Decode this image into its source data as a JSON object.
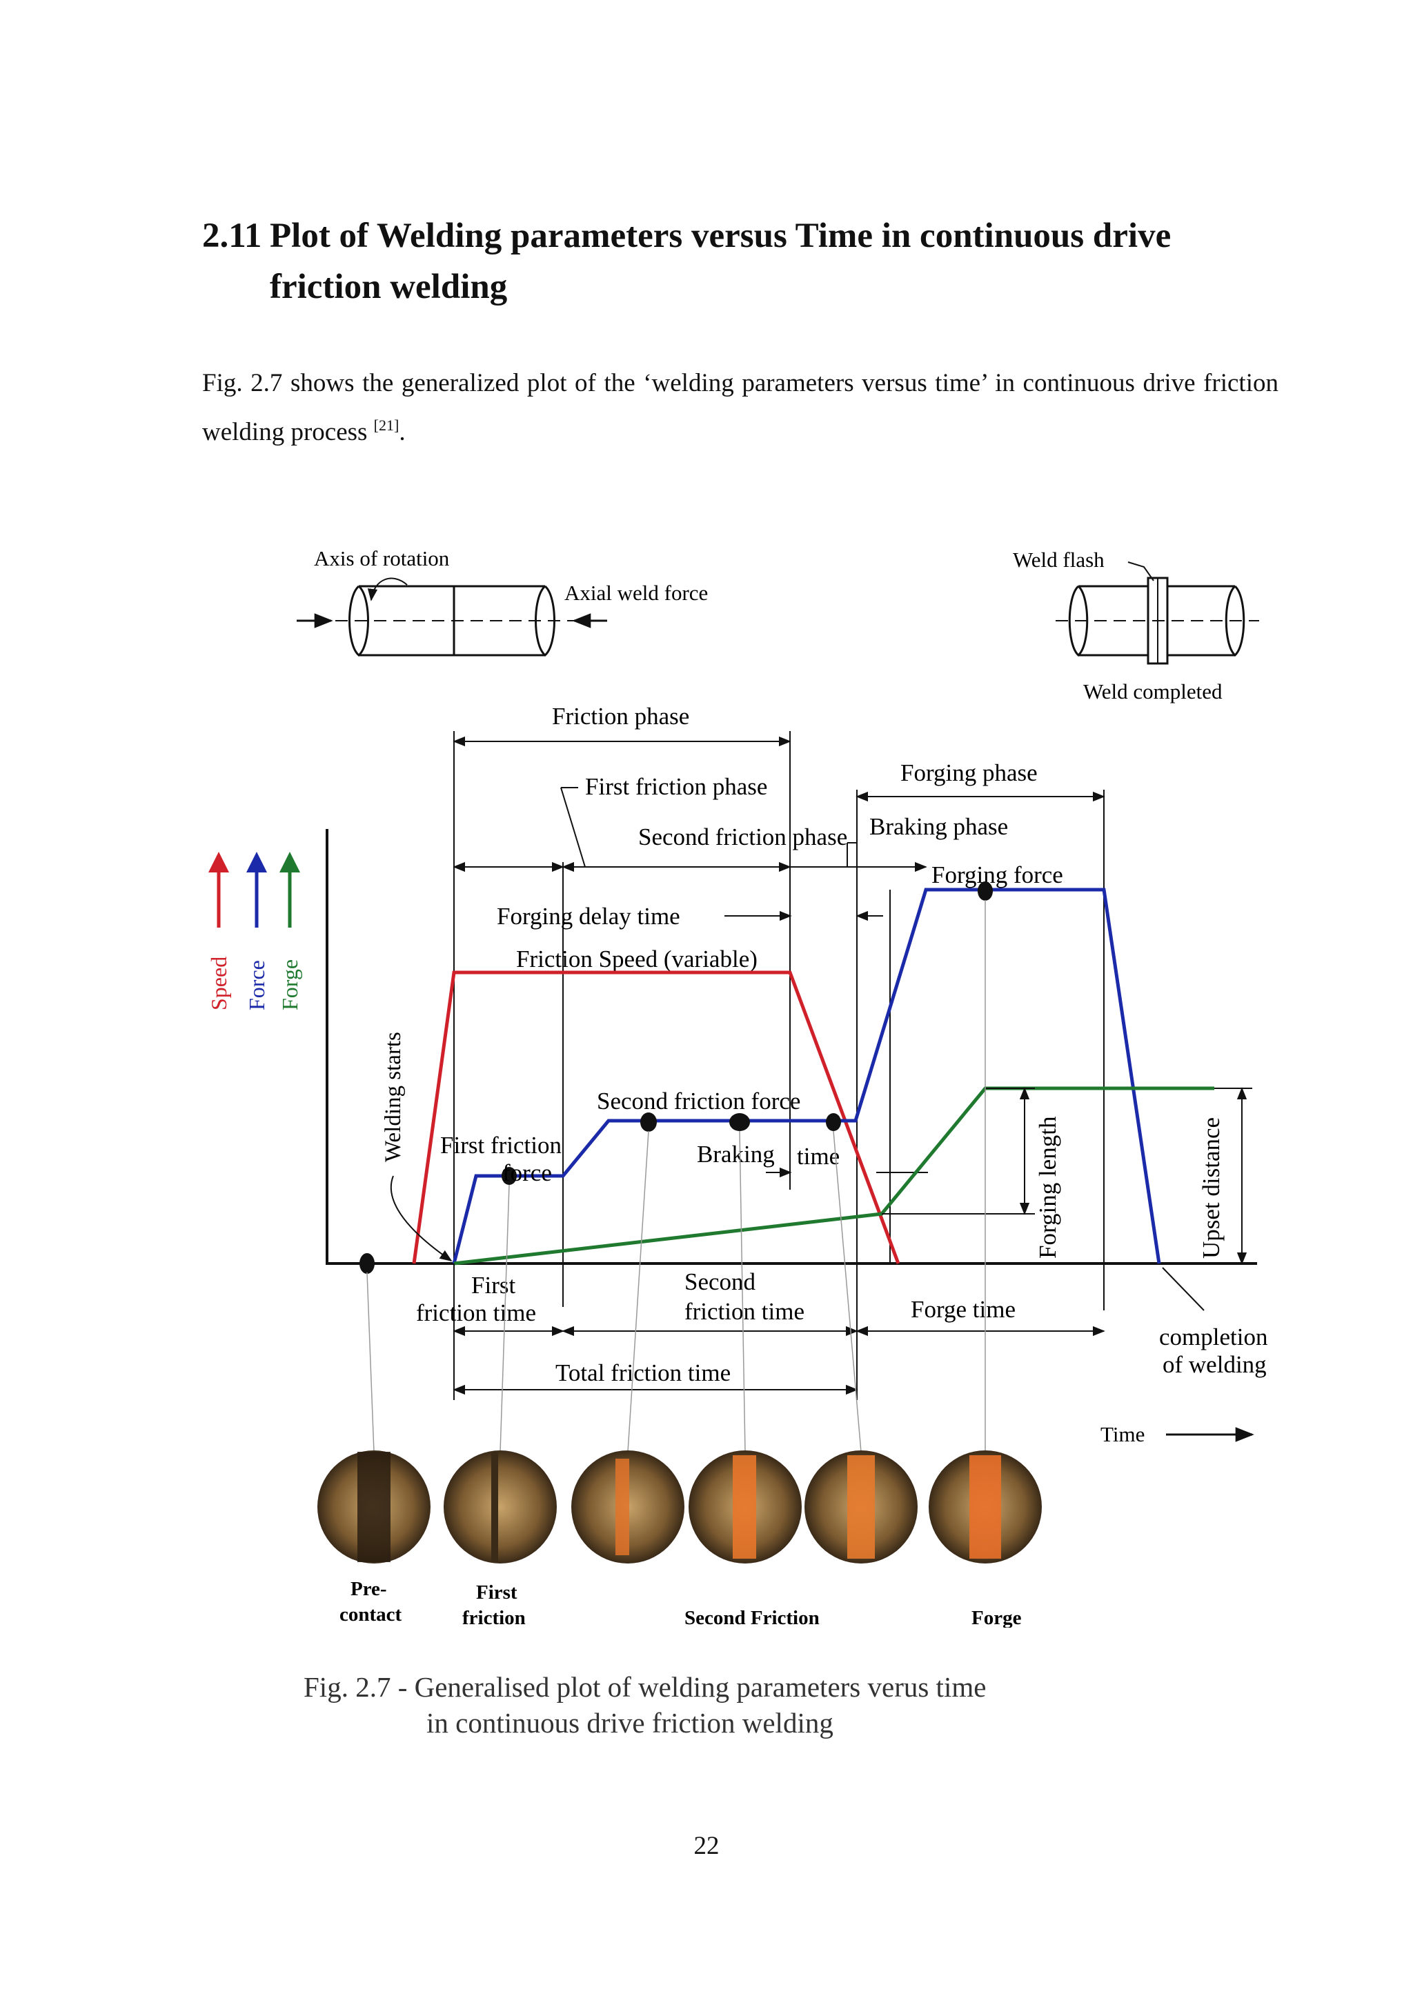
{
  "section": {
    "number": "2.11",
    "title_line1": "Plot of Welding parameters versus Time in continuous drive",
    "title_line2": "friction welding"
  },
  "paragraph": {
    "text": "Fig. 2.7 shows the generalized plot of the ‘welding parameters versus time’ in continuous drive friction welding process",
    "citation": "[21]",
    "end": "."
  },
  "figure": {
    "top_left_diagram": {
      "axis_label": "Axis of rotation",
      "force_label": "Axial weld force"
    },
    "top_right_diagram": {
      "flash_label": "Weld flash",
      "completed_label": "Weld completed"
    },
    "legend": {
      "speed": "Speed",
      "force": "Force",
      "forge": "Forge"
    },
    "colors": {
      "speed": "#d0202a",
      "force": "#1b2aa8",
      "forge": "#1f7a2f"
    },
    "labels": {
      "friction_phase": "Friction phase",
      "first_friction_phase": "First friction phase",
      "second_friction_phase": "Second friction phase",
      "forging_phase": "Forging phase",
      "braking_phase": "Braking phase",
      "forging_force": "Forging force",
      "forging_delay_time": "Forging delay time",
      "friction_speed": "Friction Speed (variable)",
      "welding_starts": "Welding starts",
      "second_friction_force": "Second friction force",
      "first_friction_force_1": "First friction",
      "first_friction_force_2": "force",
      "braking_time_1": "Braking",
      "braking_time_2": "time",
      "forging_length": "Forging length",
      "upset_distance": "Upset distance",
      "first_friction_time_1": "First",
      "first_friction_time_2": "friction time",
      "second_friction_time_1": "Second",
      "second_friction_time_2": "friction time",
      "forge_time": "Forge time",
      "total_friction_time": "Total friction time",
      "completion_1": "completion",
      "completion_2": "of welding",
      "time_axis": "Time"
    },
    "photo_labels": {
      "pre_contact_1": "Pre-",
      "pre_contact_2": "contact",
      "first_friction_1": "First",
      "first_friction_2": "friction",
      "second_friction": "Second Friction",
      "forge": "Forge"
    }
  },
  "caption": {
    "line1": "Fig. 2.7 - Generalised plot of welding parameters verus time",
    "line2": "in continuous drive friction welding"
  },
  "page_number": "22"
}
